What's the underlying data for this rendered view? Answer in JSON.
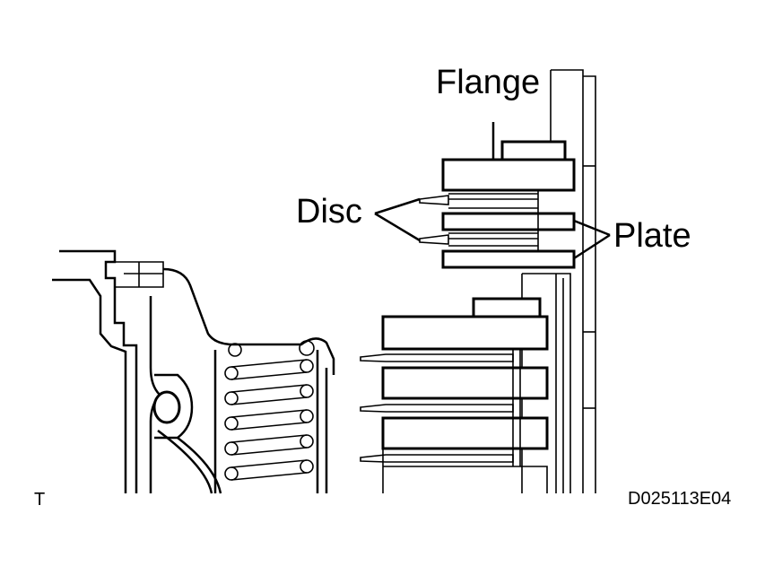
{
  "labels": {
    "flange": "Flange",
    "disc": "Disc",
    "plate": "Plate"
  },
  "corner_mark": "T",
  "figure_code": "D025113E04"
}
